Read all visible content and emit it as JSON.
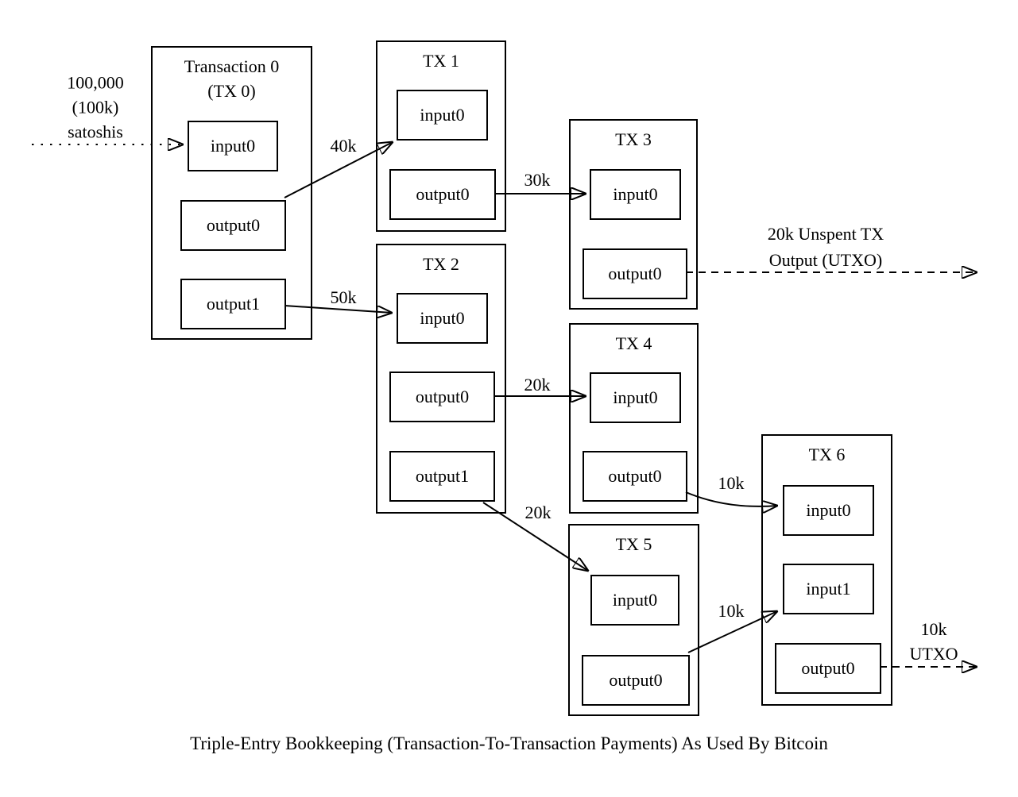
{
  "diagram": {
    "source_note": {
      "line1": "100,000",
      "line2": "(100k)",
      "line3": "satoshis"
    },
    "transactions": [
      {
        "title": "Transaction 0",
        "subtitle": "(TX 0)",
        "slots": [
          "input0",
          "output0",
          "output1"
        ]
      },
      {
        "title": "TX 1",
        "slots": [
          "input0",
          "output0"
        ]
      },
      {
        "title": "TX 2",
        "slots": [
          "input0",
          "output0",
          "output1"
        ]
      },
      {
        "title": "TX 3",
        "slots": [
          "input0",
          "output0"
        ]
      },
      {
        "title": "TX 4",
        "slots": [
          "input0",
          "output0"
        ]
      },
      {
        "title": "TX 5",
        "slots": [
          "input0",
          "output0"
        ]
      },
      {
        "title": "TX 6",
        "slots": [
          "input0",
          "input1",
          "output0"
        ]
      }
    ],
    "flow_labels": {
      "tx0_to_tx1": "40k",
      "tx0_to_tx2": "50k",
      "tx1_to_tx3": "30k",
      "tx2_to_tx4": "20k",
      "tx2_to_tx5": "20k",
      "tx4_to_tx6": "10k",
      "tx5_to_tx6": "10k"
    },
    "utxo_labels": {
      "tx3": {
        "line1": "20k Unspent TX",
        "line2": "Output (UTXO)"
      },
      "tx6": {
        "line1": "10k",
        "line2": "UTXO"
      }
    },
    "caption": "Triple-Entry Bookkeeping (Transaction-To-Transaction Payments) As Used By Bitcoin",
    "colors": {
      "line": "#000000",
      "background": "#ffffff"
    }
  }
}
